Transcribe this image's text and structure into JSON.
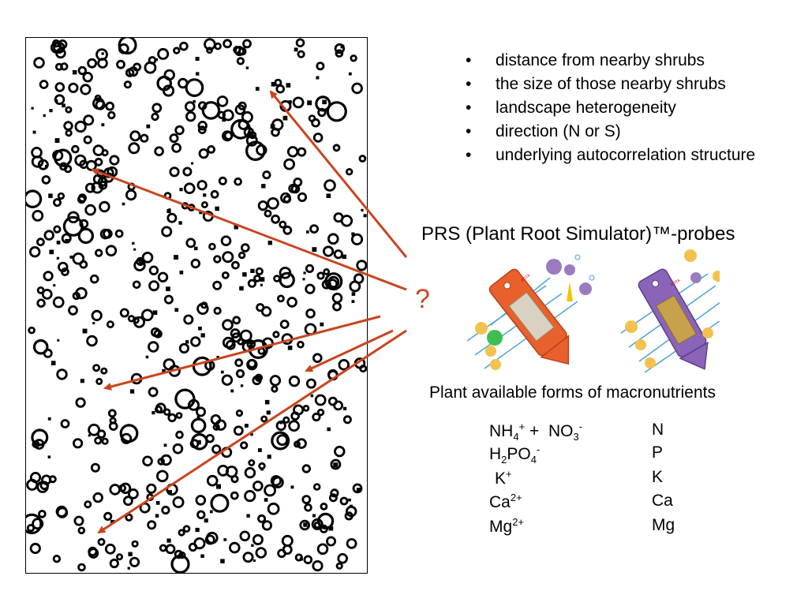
{
  "bullets": [
    "distance from nearby shrubs",
    "the size of those nearby shrubs",
    "landscape heterogeneity",
    "direction (N or S)",
    "underlying autocorrelation structure"
  ],
  "bullet_symbol": "•",
  "question_mark": "?",
  "prs_title": "PRS (Plant Root Simulator)™-probes",
  "forms_caption": "Plant available forms of macronutrients",
  "nutrients": [
    {
      "form_parts": [
        "NH",
        "4",
        "+",
        " +  NO",
        "3",
        "-"
      ],
      "element": "N"
    },
    {
      "form_parts": [
        "H",
        "2",
        "PO",
        "4",
        "-"
      ],
      "element": "P"
    },
    {
      "form_parts": [
        "K",
        "+"
      ],
      "element": "K"
    },
    {
      "form_parts": [
        "Ca",
        "2+"
      ],
      "element": "Ca"
    },
    {
      "form_parts": [
        "Mg",
        "2+"
      ],
      "element": "Mg"
    }
  ],
  "probe_labels": [
    "EDTA",
    "EDTA"
  ],
  "colors": {
    "arrow": "#c8451f",
    "cation_probe": "#e8602c",
    "anion_probe": "#8a64b8",
    "membrane": "#c8a24a",
    "ion": "#f2c14e"
  }
}
